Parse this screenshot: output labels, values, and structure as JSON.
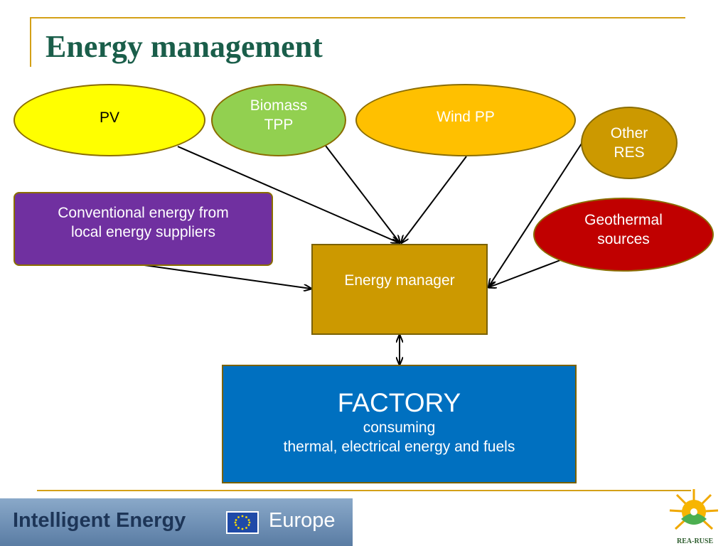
{
  "title": "Energy management",
  "nodes": {
    "pv": "PV",
    "biomass": [
      "Biomass",
      "TPP"
    ],
    "wind": "Wind PP",
    "other_res": [
      "Other",
      "RES"
    ],
    "conventional": [
      "Conventional energy from",
      "local energy suppliers"
    ],
    "geothermal": [
      "Geothermal",
      "sources"
    ],
    "energy_manager": "Energy manager",
    "factory": {
      "title": "FACTORY",
      "line1": "consuming",
      "line2": "thermal, electrical energy and fuels"
    }
  },
  "colors": {
    "title": "#1a5e4a",
    "pv": "#ffff00",
    "biomass": "#92d050",
    "wind": "#ffc000",
    "other_res": "#cc9900",
    "conventional": "#7030a0",
    "geothermal": "#c00000",
    "energy_manager": "#cc9900",
    "factory": "#0070c0"
  },
  "footer": {
    "intelligent_energy": "Intelligent Energy",
    "europe": "Europe",
    "logo_label": "REA-RUSE"
  },
  "icons": {
    "eu_flag": "eu-flag-icon",
    "logo": "rea-ruse-sun-logo-icon"
  }
}
